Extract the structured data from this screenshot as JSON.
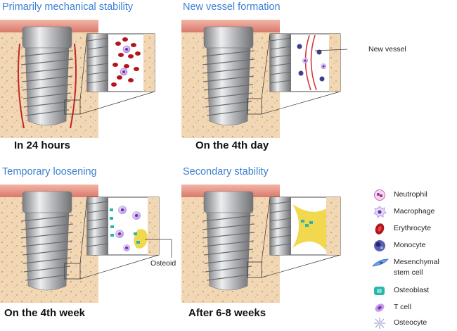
{
  "panels": [
    {
      "title": "Primarily mechanical stability",
      "label": "In 24 hours"
    },
    {
      "title": "New vessel formation",
      "label": "On the 4th day",
      "annotation": "New vessel"
    },
    {
      "title": "Temporary loosening",
      "label": "On the 4th week",
      "annotation": "Osteoid"
    },
    {
      "title": "Secondary stability",
      "label": "After 6-8 weeks"
    }
  ],
  "legend": [
    {
      "label": "Neutrophil",
      "icon": "neutrophil-icon"
    },
    {
      "label": "Macrophage",
      "icon": "macrophage-icon"
    },
    {
      "label": "Erythrocyte",
      "icon": "erythrocyte-icon"
    },
    {
      "label": "Monocyte",
      "icon": "monocyte-icon"
    },
    {
      "label": "Mesenchymal stem cell",
      "icon": "mesenchymal-stem-cell-icon"
    },
    {
      "label": "Osteoblast",
      "icon": "osteoblast-icon"
    },
    {
      "label": "T cell",
      "icon": "t-cell-icon"
    },
    {
      "label": "Osteocyte",
      "icon": "osteocyte-icon"
    }
  ],
  "colors": {
    "title": "#3a7fd2",
    "bone": "#f2d7b4",
    "gum": "#e79585",
    "implant": "#a9abae",
    "vessel": "#d43a3a",
    "osteoid": "#f1d84f",
    "osteoblast": "#2ab7a9",
    "erythrocyte": "#b4141a",
    "cell_purple": "#8a4fc7"
  }
}
